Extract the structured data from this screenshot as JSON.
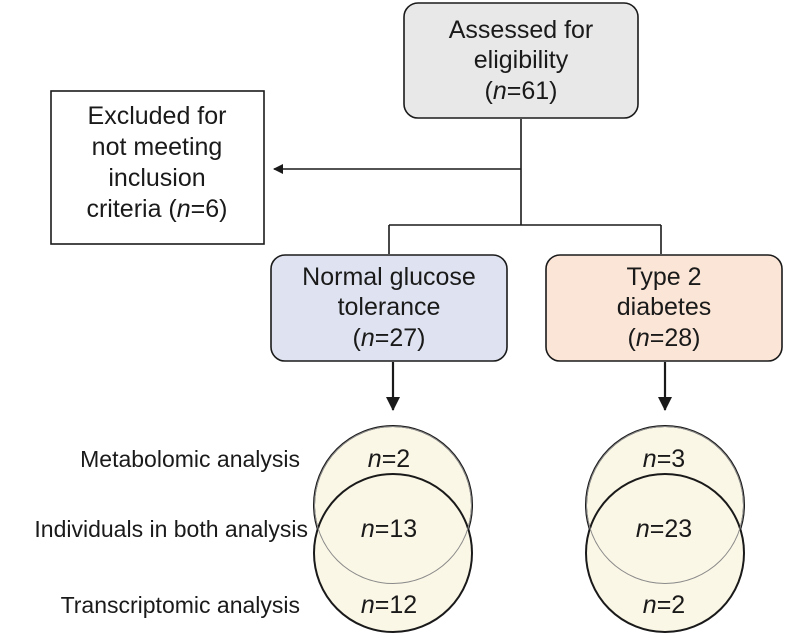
{
  "assessed": {
    "line1": "Assessed for",
    "line2": "eligibility",
    "n_open": "(",
    "n_var": "n",
    "n_val": "=61)"
  },
  "excluded": {
    "line1": "Excluded for",
    "line2": "not meeting",
    "line3": "inclusion",
    "line4_pre": "criteria (",
    "n_var": "n",
    "n_val": "=6)"
  },
  "ngt": {
    "line1": "Normal glucose",
    "line2": "tolerance",
    "n_open": "(",
    "n_var": "n",
    "n_val": "=27)"
  },
  "t2d": {
    "line1": "Type 2",
    "line2": "diabetes",
    "n_open": "(",
    "n_var": "n",
    "n_val": "=28)"
  },
  "row_labels": {
    "metabolomic": "Metabolomic analysis",
    "both": "Individuals in both analysis",
    "transcriptomic": "Transcriptomic analysis"
  },
  "ngt_counts": {
    "n_var": "n",
    "metabolomic": "=2",
    "both": "=13",
    "transcriptomic": "=12"
  },
  "t2d_counts": {
    "n_var": "n",
    "metabolomic": "=3",
    "both": "=23",
    "transcriptomic": "=2"
  },
  "colors": {
    "assessed_fill": "#e8e8e8",
    "ngt_fill": "#dfe3f1",
    "t2d_fill": "#fbe5d6",
    "circle_fill": "#fbf7e6",
    "stroke": "#1a1a1a",
    "overlap_stroke": "#8a8a8a"
  }
}
